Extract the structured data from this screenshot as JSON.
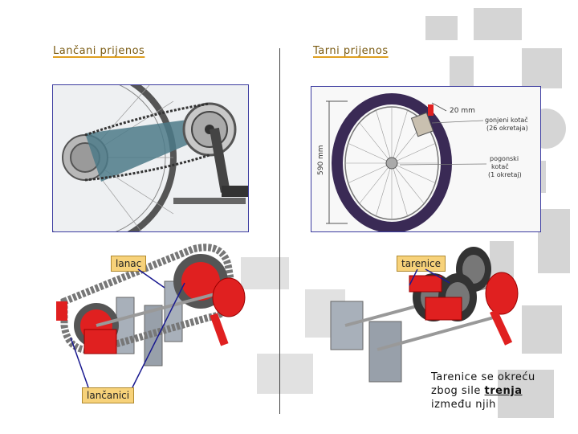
{
  "left": {
    "heading": "Lančani prijenos",
    "label_chain": "lanac",
    "label_sprockets": "lančanici"
  },
  "right": {
    "heading": "Tarni prijenos",
    "label_wheels": "tarenice",
    "diagram": {
      "dim_20": "20 mm",
      "dim_590": "590 mm",
      "driven_line1": "gonjeni kotač",
      "driven_line2": "(26 okretaja)",
      "driver_line1": "pogonski",
      "driver_line2": "kotač",
      "driver_line3": "(1 okretaj)"
    },
    "caption_line1": "Tarenice se okreću",
    "caption_pre": "zbog sile ",
    "caption_link": "trenja",
    "caption_line3": "između njih"
  },
  "colors": {
    "accent": "#e0a020",
    "frame": "#3c3ca0",
    "label_bg": "#f7d27a",
    "part_red": "#e02020"
  }
}
